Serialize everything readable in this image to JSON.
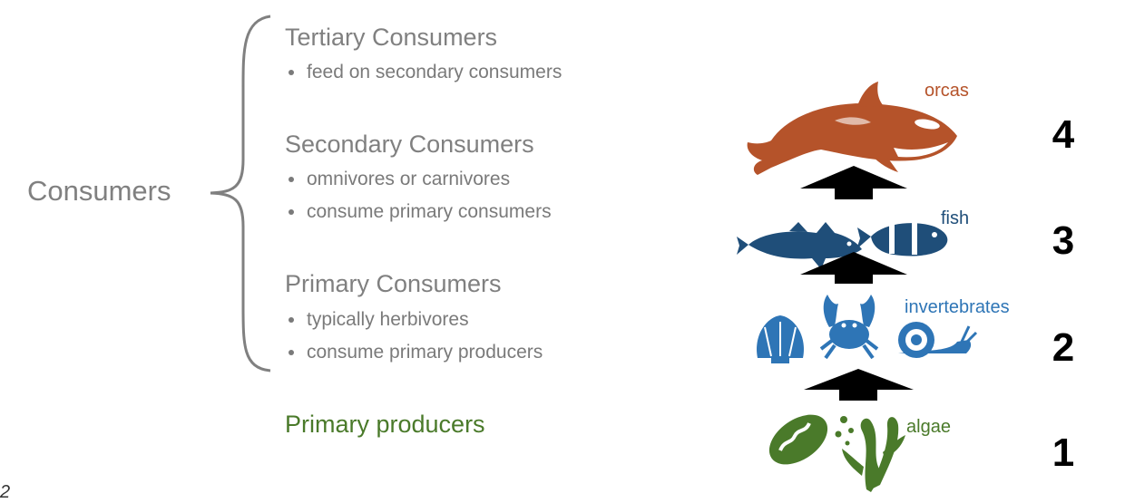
{
  "consumers_label": "Consumers",
  "levels": {
    "tertiary": {
      "heading": "Tertiary Consumers",
      "bullets": [
        "feed on secondary consumers"
      ]
    },
    "secondary": {
      "heading": "Secondary Consumers",
      "bullets": [
        "omnivores or carnivores",
        "consume primary consumers"
      ]
    },
    "primary": {
      "heading": "Primary Consumers",
      "bullets": [
        "typically herbivores",
        "consume primary producers"
      ]
    },
    "producers": {
      "heading": "Primary producers"
    }
  },
  "organisms": {
    "orcas": "orcas",
    "fish": "fish",
    "invertebrates": "invertebrates",
    "algae": "algae"
  },
  "trophic_numbers": [
    "4",
    "3",
    "2",
    "1"
  ],
  "page_number": "2",
  "colors": {
    "gray_text": "#808080",
    "orca": "#b5532a",
    "fish": "#1f4e79",
    "invertebrates": "#2e75b6",
    "algae": "#4a7a2a",
    "arrow": "#000000"
  },
  "icons": [
    "orca-icon",
    "rockfish-icon",
    "clownfish-icon",
    "scallop-icon",
    "crab-icon",
    "snail-icon",
    "mitochondrion-algae-icon",
    "seaweed-icon"
  ]
}
